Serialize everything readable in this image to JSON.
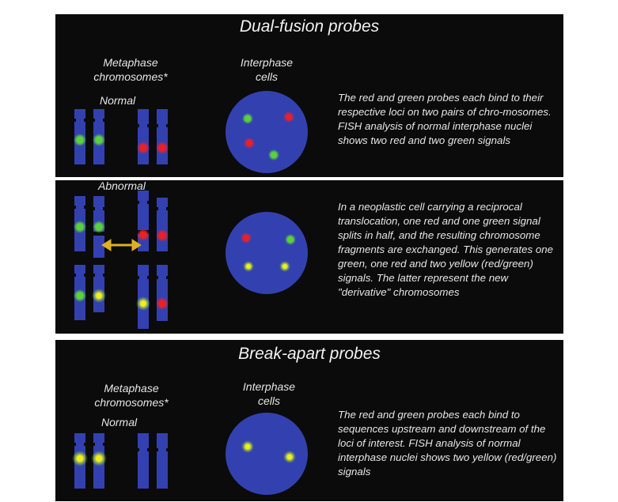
{
  "dual_fusion": {
    "title": "Dual-fusion probes",
    "metaphase_label": "Metaphase chromosomes*",
    "interphase_label": "Interphase cells",
    "normal_label": "Normal",
    "abnormal_label": "Abnormal",
    "normal_description": "The red and green probes each bind to their respective loci on two pairs of chro-mosomes. FISH analysis of normal interphase nuclei shows two red and two green signals",
    "abnormal_description": "In a neoplastic cell carrying a reciprocal translocation, one red and one green signal splits in half, and the resulting chromosome fragments are exchanged. This generates one green, one red and two yellow (red/green) signals. The latter represent the new \"derivative\" chromosomes"
  },
  "break_apart": {
    "title": "Break-apart probes",
    "metaphase_label": "Metaphase chromosomes*",
    "interphase_label": "Interphase cells",
    "normal_label": "Normal",
    "normal_description": "The red and green probes each bind to sequences upstream and downstream of the loci of interest.  FISH analysis of normal interphase nuclei shows two yellow (red/green) signals"
  },
  "colors": {
    "chromosome": "#3341b0",
    "red": "#e8202a",
    "green": "#5bd13c",
    "yellow": "#f0ee20",
    "arrow": "#e0b020"
  }
}
